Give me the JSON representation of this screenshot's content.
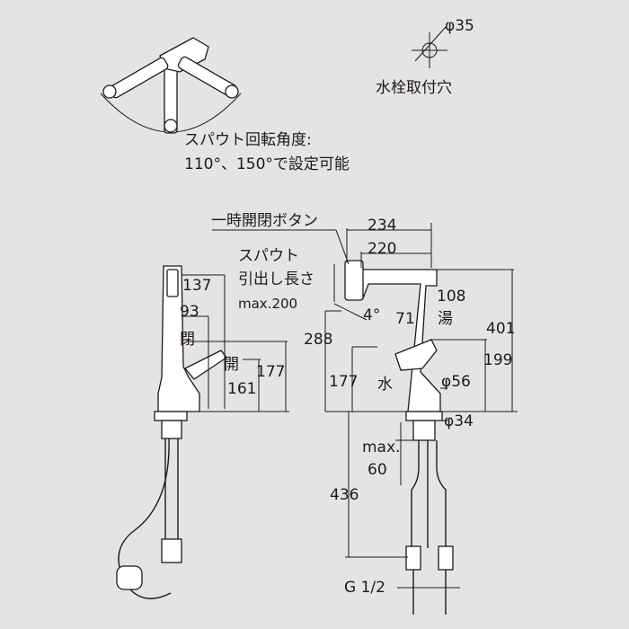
{
  "colors": {
    "background": "#e3e4e5",
    "line": "#231815"
  },
  "top_note": {
    "line1": "スパウト回転角度:",
    "line2": "110°、150°で設定可能"
  },
  "hole": {
    "dia": "φ35",
    "label": "水栓取付穴"
  },
  "labels": {
    "button": "一時開閉ボタン",
    "spout_1": "スパウト",
    "spout_2": "引出し長さ",
    "spout_3": "max.200",
    "open_1": "閉",
    "open_2": "開",
    "hot": "湯",
    "cold": "水",
    "max_1": "max.",
    "max_2": "60",
    "thread": "G 1/2"
  },
  "dims": {
    "d234": "234",
    "d220": "220",
    "d108": "108",
    "d4": "4°",
    "d401": "401",
    "d71": "71",
    "d288": "288",
    "d199": "199",
    "d177r": "177",
    "d56": "φ56",
    "d34": "φ34",
    "d436": "436",
    "d137": "137",
    "d93": "93",
    "d177l": "177",
    "d161": "161"
  }
}
